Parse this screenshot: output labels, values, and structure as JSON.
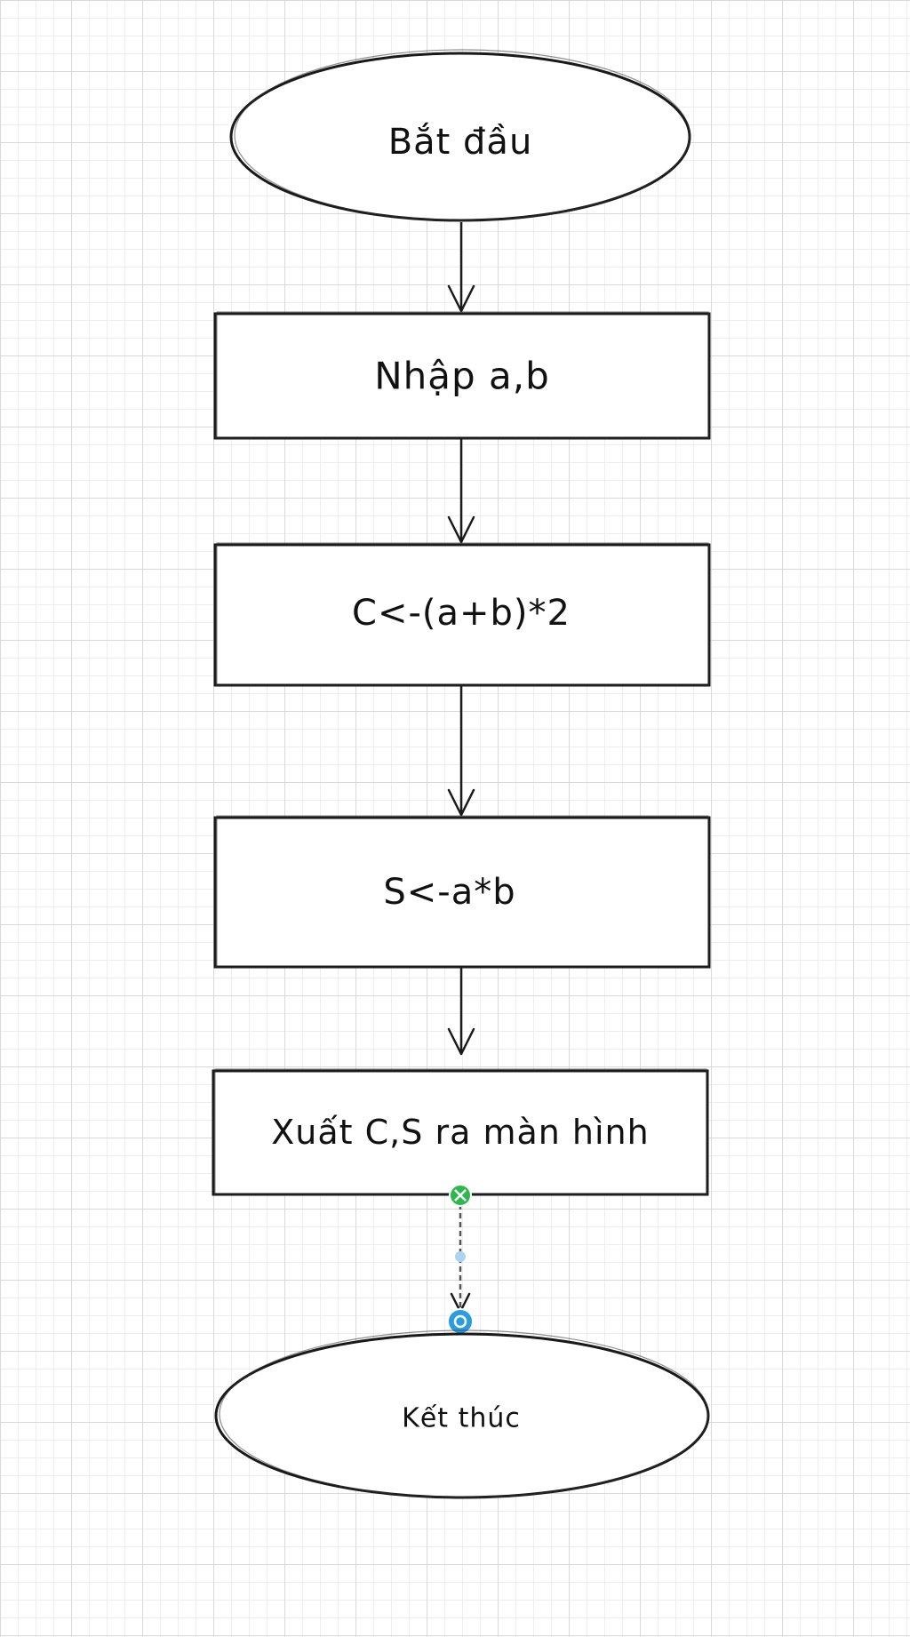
{
  "diagram": {
    "nodes": [
      {
        "id": "start",
        "shape": "ellipse",
        "label": "Bắt đầu"
      },
      {
        "id": "input",
        "shape": "rect",
        "label": "Nhập a,b"
      },
      {
        "id": "calc-c",
        "shape": "rect",
        "label": "C<-(a+b)*2"
      },
      {
        "id": "calc-s",
        "shape": "rect",
        "label": "S<-a*b"
      },
      {
        "id": "output",
        "shape": "rect",
        "label": "Xuất C,S ra màn hình"
      },
      {
        "id": "end",
        "shape": "ellipse",
        "label": "Kết thúc"
      }
    ],
    "edges": [
      {
        "from": "start",
        "to": "input",
        "selected": false
      },
      {
        "from": "input",
        "to": "calc-c",
        "selected": false
      },
      {
        "from": "calc-c",
        "to": "calc-s",
        "selected": false
      },
      {
        "from": "calc-s",
        "to": "output",
        "selected": false
      },
      {
        "from": "output",
        "to": "end",
        "selected": true
      }
    ]
  },
  "colors": {
    "grid_major": "#d9d9d9",
    "grid_minor": "#eeeeee",
    "stroke": "#1a1a1a",
    "handle_start": "#2db84d",
    "handle_end": "#2a9de0"
  }
}
